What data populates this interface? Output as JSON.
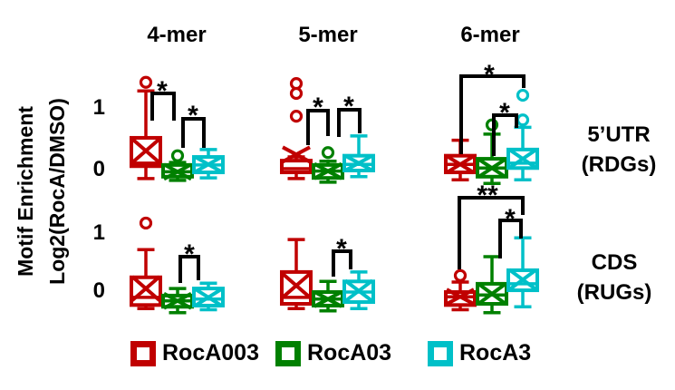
{
  "figure": {
    "ylabel_line1": "Motif Enrichment",
    "ylabel_line2": "Log2(RocA/DMSO)",
    "row_labels": [
      {
        "line1": "5’UTR",
        "line2": "(RDGs)"
      },
      {
        "line1": "CDS",
        "line2": "(RUGs)"
      }
    ],
    "tick_labels": {
      "top": [
        "1",
        "0"
      ],
      "bottom": [
        "1",
        "0"
      ]
    }
  },
  "legend": [
    {
      "label": "RocA003",
      "color": "#c00000"
    },
    {
      "label": "RocA03",
      "color": "#008000"
    },
    {
      "label": "RocA3",
      "color": "#00c0c8"
    }
  ],
  "chart_data": {
    "type": "boxplot",
    "title": "",
    "ylabel": "Motif Enrichment Log2(RocA/DMSO)",
    "ylim": [
      -0.4,
      1.5
    ],
    "ytick_values": [
      0,
      1
    ],
    "columns": [
      "4-mer",
      "5-mer",
      "6-mer"
    ],
    "row_groups": [
      "5’UTR (RDGs)",
      "CDS (RUGs)"
    ],
    "series": [
      "RocA003",
      "RocA03",
      "RocA3"
    ],
    "series_colors": [
      "#c00000",
      "#008000",
      "#00c0c8"
    ],
    "panels": [
      {
        "row_index": 0,
        "col_index": 0,
        "row": "5’UTR (RDGs)",
        "column": "4-mer",
        "boxes": [
          {
            "series": "RocA003",
            "whisker_low": -0.13,
            "q1": 0.07,
            "median": 0.12,
            "q3": 0.53,
            "whisker_high": 1.29,
            "mean": 0.32,
            "outliers": [
              1.43
            ]
          },
          {
            "series": "RocA03",
            "whisker_low": -0.16,
            "q1": -0.1,
            "median": -0.02,
            "q3": 0.09,
            "whisker_high": 0.13,
            "mean": -0.02,
            "outliers": [
              0.24
            ]
          },
          {
            "series": "RocA3",
            "whisker_low": -0.12,
            "q1": -0.03,
            "median": 0.09,
            "q3": 0.22,
            "whisker_high": 0.34,
            "mean": 0.1,
            "outliers": []
          }
        ]
      },
      {
        "row_index": 0,
        "col_index": 1,
        "row": "5’UTR (RDGs)",
        "column": "5-mer",
        "boxes": [
          {
            "series": "RocA003",
            "whisker_low": -0.13,
            "q1": -0.03,
            "median": 0.03,
            "q3": 0.16,
            "whisker_high": 0.22,
            "mean": 0.26,
            "outliers": [
              1.41,
              1.25,
              0.88
            ]
          },
          {
            "series": "RocA03",
            "whisker_low": -0.19,
            "q1": -0.12,
            "median": -0.01,
            "q3": 0.09,
            "whisker_high": 0.15,
            "mean": -0.01,
            "outliers": [
              0.29
            ]
          },
          {
            "series": "RocA3",
            "whisker_low": -0.1,
            "q1": 0.0,
            "median": 0.1,
            "q3": 0.24,
            "whisker_high": 0.56,
            "mean": 0.12,
            "outliers": []
          }
        ]
      },
      {
        "row_index": 0,
        "col_index": 2,
        "row": "5’UTR (RDGs)",
        "column": "6-mer",
        "boxes": [
          {
            "series": "RocA003",
            "whisker_low": -0.15,
            "q1": -0.03,
            "median": 0.1,
            "q3": 0.24,
            "whisker_high": 0.49,
            "mean": 0.1,
            "outliers": []
          },
          {
            "series": "RocA03",
            "whisker_low": -0.21,
            "q1": -0.1,
            "median": 0.04,
            "q3": 0.19,
            "whisker_high": 0.59,
            "mean": 0.04,
            "outliers": [
              0.74
            ]
          },
          {
            "series": "RocA3",
            "whisker_low": -0.15,
            "q1": 0.04,
            "median": 0.12,
            "q3": 0.34,
            "whisker_high": 0.7,
            "mean": 0.19,
            "outliers": [
              0.82,
              1.22
            ]
          }
        ]
      },
      {
        "row_index": 1,
        "col_index": 0,
        "row": "CDS (RUGs)",
        "column": "4-mer",
        "boxes": [
          {
            "series": "RocA003",
            "whisker_low": -0.28,
            "q1": -0.22,
            "median": -0.09,
            "q3": 0.25,
            "whisker_high": 0.72,
            "mean": 0.06,
            "outliers": [
              1.17
            ]
          },
          {
            "series": "RocA03",
            "whisker_low": -0.35,
            "q1": -0.25,
            "median": -0.15,
            "q3": -0.06,
            "whisker_high": 0.06,
            "mean": -0.15,
            "outliers": []
          },
          {
            "series": "RocA3",
            "whisker_low": -0.3,
            "q1": -0.23,
            "median": -0.12,
            "q3": 0.06,
            "whisker_high": 0.15,
            "mean": -0.09,
            "outliers": []
          }
        ]
      },
      {
        "row_index": 1,
        "col_index": 1,
        "row": "CDS (RUGs)",
        "column": "5-mer",
        "boxes": [
          {
            "series": "RocA003",
            "whisker_low": -0.28,
            "q1": -0.2,
            "median": -0.09,
            "q3": 0.34,
            "whisker_high": 0.89,
            "mean": 0.11,
            "outliers": []
          },
          {
            "series": "RocA03",
            "whisker_low": -0.32,
            "q1": -0.23,
            "median": -0.12,
            "q3": 0.0,
            "whisker_high": 0.18,
            "mean": -0.12,
            "outliers": []
          },
          {
            "series": "RocA3",
            "whisker_low": -0.28,
            "q1": -0.17,
            "median": 0.0,
            "q3": 0.18,
            "whisker_high": 0.34,
            "mean": 0.02,
            "outliers": []
          }
        ]
      },
      {
        "row_index": 1,
        "col_index": 2,
        "row": "CDS (RUGs)",
        "column": "6-mer",
        "boxes": [
          {
            "series": "RocA003",
            "whisker_low": -0.3,
            "q1": -0.22,
            "median": -0.08,
            "q3": 0.0,
            "whisker_high": 0.17,
            "mean": -0.08,
            "outliers": [
              0.28
            ]
          },
          {
            "series": "RocA03",
            "whisker_low": -0.35,
            "q1": -0.2,
            "median": -0.05,
            "q3": 0.14,
            "whisker_high": 0.6,
            "mean": -0.03,
            "outliers": []
          },
          {
            "series": "RocA3",
            "whisker_low": -0.25,
            "q1": 0.03,
            "median": 0.14,
            "q3": 0.37,
            "whisker_high": 0.92,
            "mean": 0.21,
            "outliers": []
          }
        ]
      }
    ],
    "significance": [
      {
        "row_index": 0,
        "col_index": 0,
        "between": [
          "RocA003",
          "RocA03"
        ],
        "label": "*",
        "px": {
          "x1": 168,
          "x2": 192,
          "y": 103,
          "l1": 133,
          "l2": 133,
          "sx": 179,
          "sy": 95
        }
      },
      {
        "row_index": 0,
        "col_index": 0,
        "between": [
          "RocA03",
          "RocA3"
        ],
        "label": "*",
        "px": {
          "x1": 202,
          "x2": 225,
          "y": 131,
          "l1": 163,
          "l2": 163,
          "sx": 213,
          "sy": 122
        }
      },
      {
        "row_index": 0,
        "col_index": 1,
        "between": [
          "RocA003",
          "RocA03"
        ],
        "label": "*",
        "px": {
          "x1": 340,
          "x2": 362,
          "y": 122,
          "l1": 160,
          "l2": 150,
          "sx": 351,
          "sy": 113
        }
      },
      {
        "row_index": 0,
        "col_index": 1,
        "between": [
          "RocA03",
          "RocA3"
        ],
        "label": "*",
        "px": {
          "x1": 374,
          "x2": 397,
          "y": 121,
          "l1": 151,
          "l2": 147,
          "sx": 385,
          "sy": 112
        }
      },
      {
        "row_index": 0,
        "col_index": 2,
        "between": [
          "RocA003",
          "RocA3"
        ],
        "label": "*",
        "px": {
          "x1": 509,
          "x2": 578,
          "y": 84,
          "l1": 170,
          "l2": 97,
          "sx": 540,
          "sy": 77
        }
      },
      {
        "row_index": 0,
        "col_index": 2,
        "between": [
          "RocA03",
          "RocA3"
        ],
        "label": "*",
        "px": {
          "x1": 545,
          "x2": 570,
          "y": 127,
          "l1": 172,
          "l2": 141,
          "sx": 557,
          "sy": 119
        }
      },
      {
        "row_index": 1,
        "col_index": 0,
        "between": [
          "RocA03",
          "RocA3"
        ],
        "label": "*",
        "px": {
          "x1": 199,
          "x2": 219,
          "y": 283,
          "l1": 312,
          "l2": 309,
          "sx": 209,
          "sy": 275
        }
      },
      {
        "row_index": 1,
        "col_index": 1,
        "between": [
          "RocA03",
          "RocA3"
        ],
        "label": "*",
        "px": {
          "x1": 368,
          "x2": 387,
          "y": 277,
          "l1": 305,
          "l2": 297,
          "sx": 377,
          "sy": 269
        }
      },
      {
        "row_index": 1,
        "col_index": 2,
        "between": [
          "RocA003",
          "RocA3"
        ],
        "label": "**",
        "px": {
          "x1": 507,
          "x2": 577,
          "y": 218,
          "l1": 297,
          "l2": 237,
          "sx": 538,
          "sy": 210
        }
      },
      {
        "row_index": 1,
        "col_index": 2,
        "between": [
          "RocA03",
          "RocA3"
        ],
        "label": "*",
        "px": {
          "x1": 552,
          "x2": 575,
          "y": 243,
          "l1": 285,
          "l2": 263,
          "sx": 563,
          "sy": 236
        }
      }
    ]
  }
}
